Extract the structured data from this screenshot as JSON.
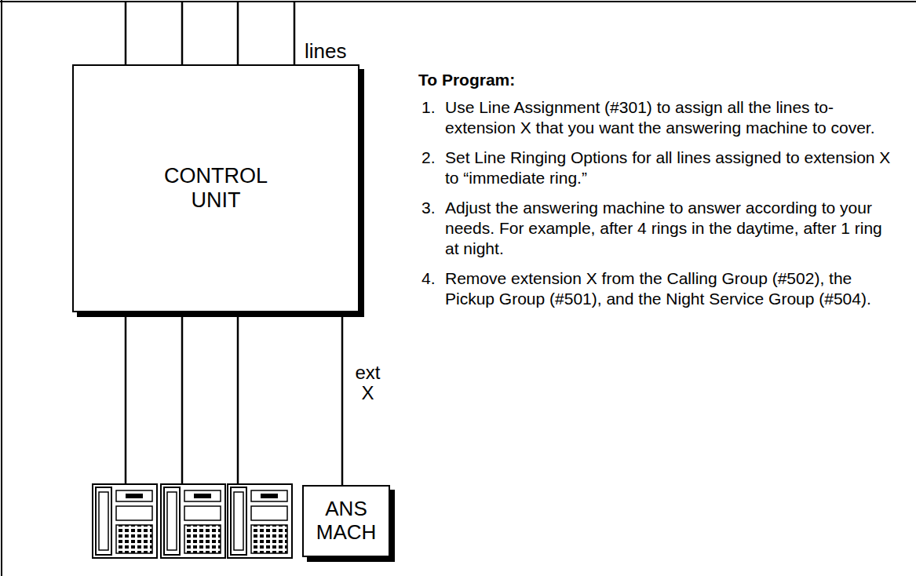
{
  "diagram": {
    "nodes": [
      {
        "text": [
          "CONTROL UNIT"
        ]
      },
      {
        "text": [
          "ANS MACH"
        ]
      }
    ],
    "edges": [
      {
        "from": 0,
        "to": 1,
        "arrow": "none",
        "label": "ext X"
      }
    ],
    "labels": [
      "lines",
      "To Program:",
      "1.",
      "Use Line Assignment (#301) to assign all the lines to-extension X that you want the answering machine to cover.",
      "2.",
      "Set Line Ringing Options for all lines assigned to extension X to “immediate ring.”",
      "3.",
      "Adjust the answering machine to answer according to your needs. For example, after 4 rings in the daytime, after 1 ring at night.",
      "4.",
      "Remove extension X from the Calling Group (#502), the Pickup Group (#501), and the Night Service Group (#504)."
    ]
  }
}
